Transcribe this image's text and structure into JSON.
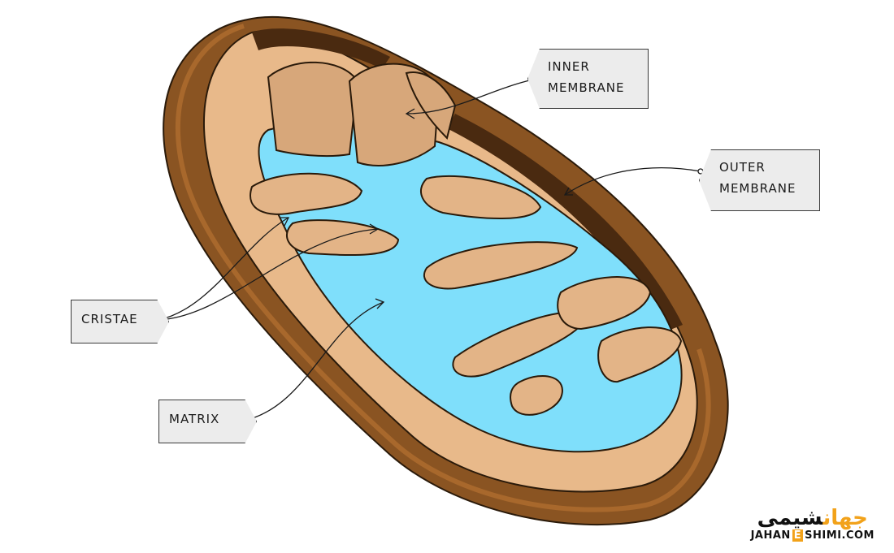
{
  "labels": {
    "inner_membrane": [
      "INNER",
      "MEMBRANE"
    ],
    "outer_membrane": [
      "OUTER",
      "MEMBRANE"
    ],
    "cristae": "CRISTAE",
    "matrix": "MATRIX"
  },
  "watermark": {
    "brand_fa_1": "جهان",
    "brand_fa_2": "شیمی",
    "site_before": "JAHAN",
    "site_letter": "E",
    "site_after": "SHIMI.COM"
  },
  "colors": {
    "outer_shell": "#8a5422",
    "inner_tan": "#e8b98a",
    "matrix": "#7fdffb",
    "crista_fill": "#e3b487",
    "dark_space": "#4a2a10",
    "accent": "#f2a21a"
  }
}
